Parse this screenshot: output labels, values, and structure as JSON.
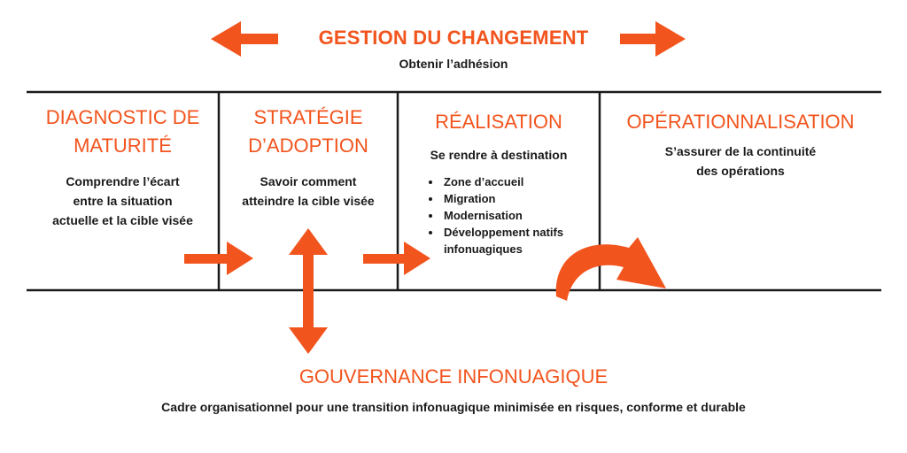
{
  "header": {
    "title": "GESTION DU CHANGEMENT",
    "subtitle": "Obtenir l’adhésion"
  },
  "phases": [
    {
      "title_lines": [
        "DIAGNOSTIC DE",
        "MATURITÉ"
      ],
      "description_lines": [
        "Comprendre l’écart",
        "entre la situation",
        "actuelle et la cible visée"
      ]
    },
    {
      "title_lines": [
        "STRATÉGIE",
        "D’ADOPTION"
      ],
      "description_lines": [
        "Savoir comment",
        "atteindre la cible visée"
      ]
    },
    {
      "title_lines": [
        "RÉALISATION"
      ],
      "description_lines": [
        "Se rendre à destination"
      ],
      "bullets": [
        "Zone d’accueil",
        "Migration",
        "Modernisation",
        "Développement natifs infonuagiques"
      ]
    },
    {
      "title_lines": [
        "OPÉRATIONNALISATION"
      ],
      "description_lines": [
        "S’assurer de la continuité",
        "des opérations"
      ]
    }
  ],
  "footer": {
    "title": "GOUVERNANCE INFONUAGIQUE",
    "subtitle": "Cadre organisationnel pour une transition infonuagique minimisée en risques, conforme et durable"
  },
  "colors": {
    "accent": "#f2541d",
    "text": "#1a1a1a",
    "lines": "#1a1a1a"
  },
  "icons": [
    "arrow-left-icon",
    "arrow-right-icon",
    "arrow-vertical-double-icon",
    "curved-arrow-icon"
  ]
}
